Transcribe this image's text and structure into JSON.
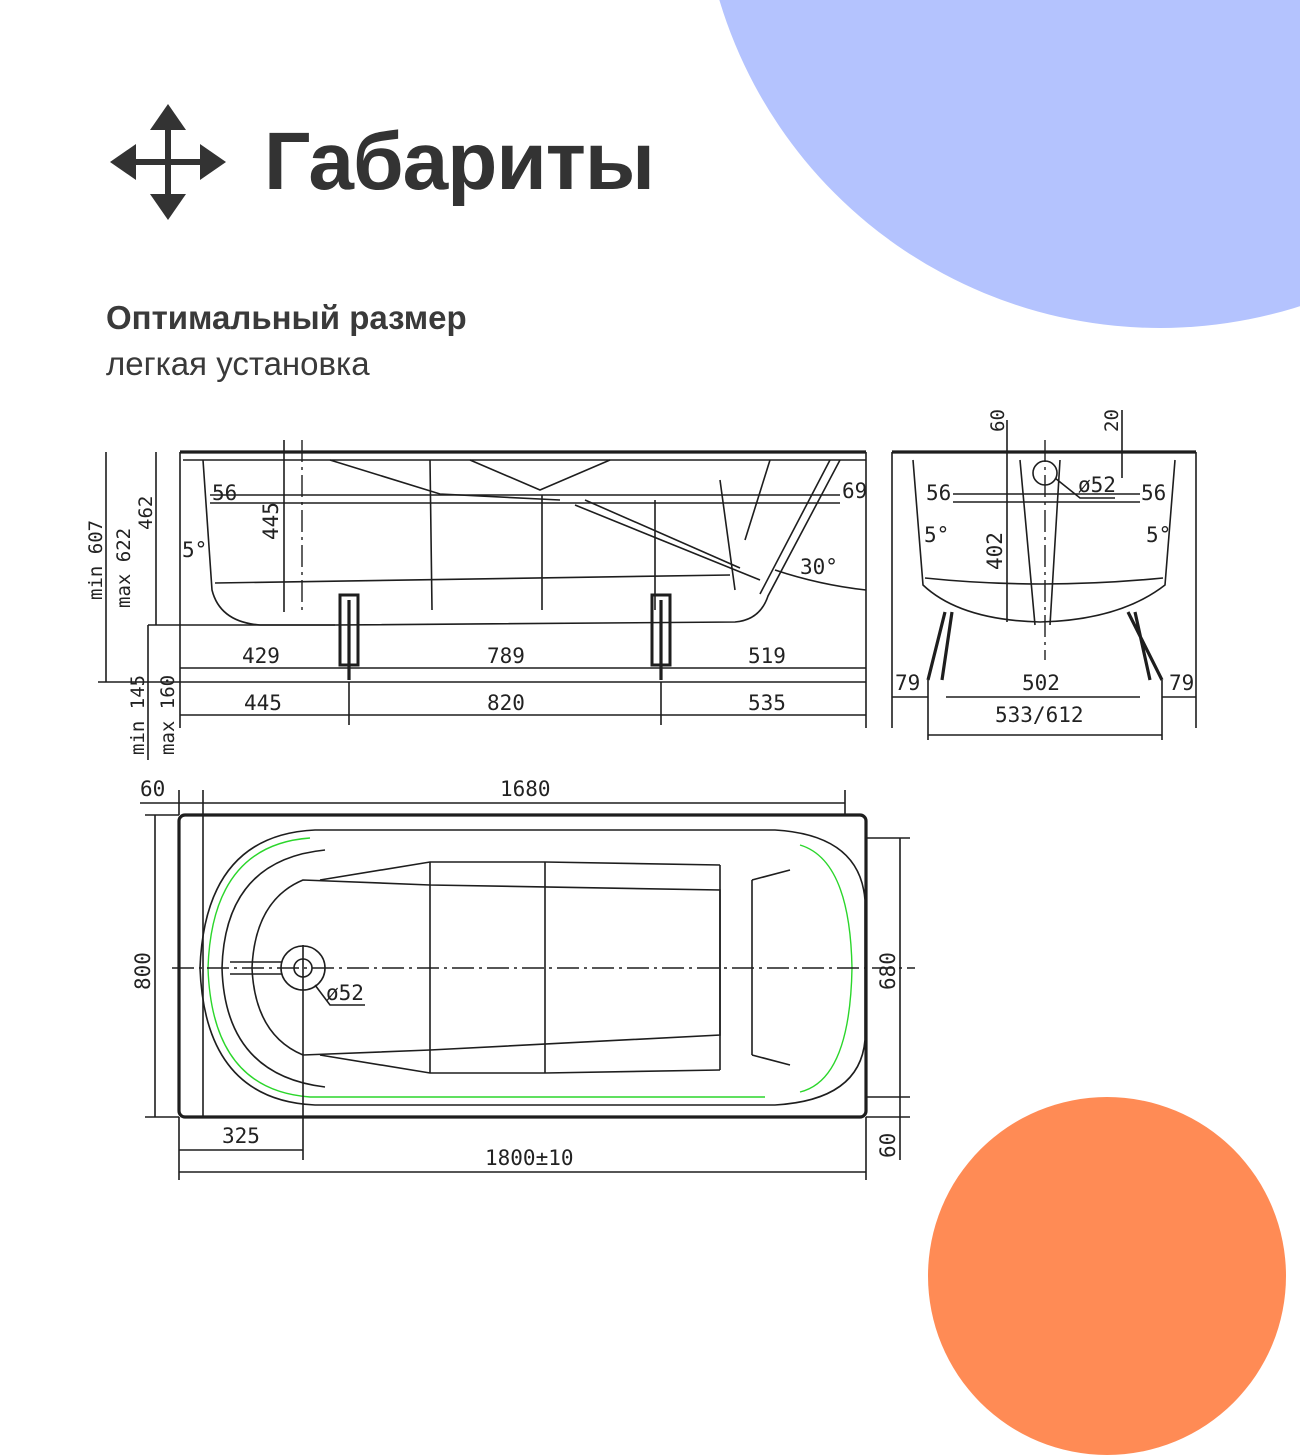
{
  "header": {
    "icon": "move-arrows-icon",
    "title": "Габариты",
    "subtitle": "Оптимальный размер",
    "caption": "легкая установка"
  },
  "colors": {
    "text": "#333333",
    "accent_blue": "#b4c3fe",
    "accent_orange": "#ff8b55",
    "drawing_line": "#1e1e1e",
    "outline_green": "#2bd62b"
  },
  "side_view": {
    "dims": {
      "height_total": "min 607",
      "height_max": "max 622",
      "height_tub": "462",
      "inner_depth": "445",
      "rim_56": "56",
      "angle_5": "5°",
      "rim_69": "69",
      "angle_30": "30°",
      "legs_429": "429",
      "legs_789": "789",
      "legs_519": "519",
      "legs_445": "445",
      "legs_820": "820",
      "legs_535": "535",
      "foot_min": "min 145",
      "foot_max": "max 160"
    }
  },
  "end_view": {
    "dims": {
      "top_60": "60",
      "top_20": "20",
      "drain": "ø52",
      "rim_left_56": "56",
      "rim_right_56": "56",
      "angle_left_5": "5°",
      "angle_right_5": "5°",
      "depth_402": "402",
      "legs_502": "502",
      "legs_533_612": "533/612",
      "side_left_79": "79",
      "side_right_79": "79"
    }
  },
  "top_view": {
    "dims": {
      "rim_60": "60",
      "inner_length": "1680",
      "width_800": "800",
      "inner_width_680": "680",
      "drain": "ø52",
      "drain_offset_325": "325",
      "total_length": "1800±10",
      "rim_bottom_60": "60"
    }
  }
}
